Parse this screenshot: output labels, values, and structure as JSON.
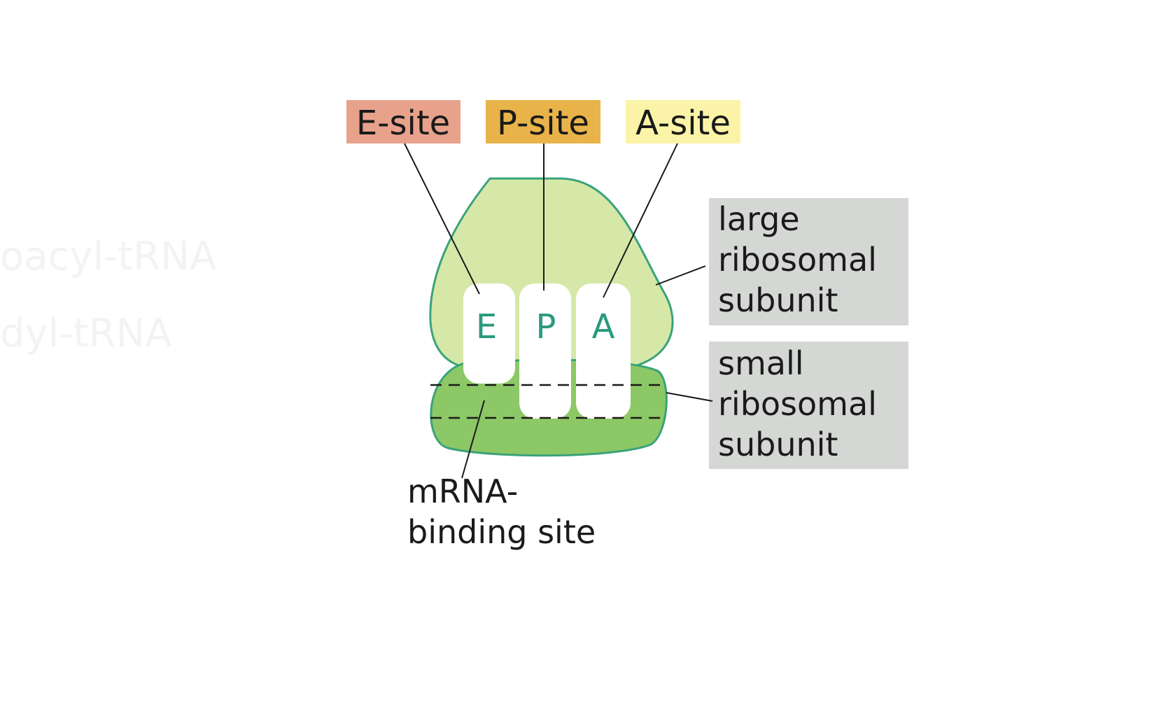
{
  "diagram": {
    "site_labels": [
      {
        "id": "e",
        "text": "E-site",
        "color": "#e8a28c"
      },
      {
        "id": "p",
        "text": "P-site",
        "color": "#e8b44a"
      },
      {
        "id": "a",
        "text": "A-site",
        "color": "#fbf4a8"
      }
    ],
    "slot_letters": [
      "E",
      "P",
      "A"
    ],
    "large_subunit": {
      "lines": [
        "large",
        "ribosomal",
        "subunit"
      ],
      "box_color": "#d4d7d4"
    },
    "small_subunit": {
      "lines": [
        "small",
        "ribosomal",
        "subunit"
      ],
      "box_color": "#d4d7d4"
    },
    "mrna_label": {
      "lines": [
        "mRNA-",
        "binding site"
      ]
    },
    "faint_text": [
      "oacyl-tRNA",
      "dyl-tRNA"
    ],
    "colors": {
      "large_subunit_fill": "#d6e8a8",
      "small_subunit_fill": "#8cc866",
      "outline": "#3aa37a",
      "slot_fill": "#ffffff",
      "slot_letter": "#2a9a7e",
      "leader": "#1a1a1a"
    }
  }
}
